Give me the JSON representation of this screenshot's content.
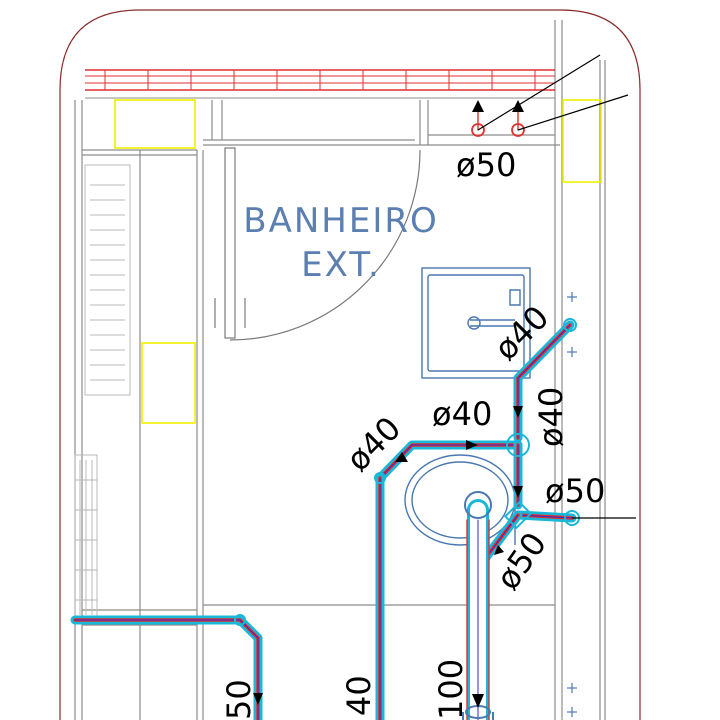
{
  "room": {
    "name_line1": "BANHEIRO",
    "name_line2": "EXT."
  },
  "pipe_labels": {
    "top_vent": "ø50",
    "sink_diag": "ø40",
    "sink_vertical": "ø40",
    "mid_horizontal": "ø40",
    "left_diag": "ø40",
    "box_out_right": "ø50",
    "box_diag": "ø50",
    "bottom_left": "50",
    "bottom_mid": "40",
    "bottom_right": "100"
  },
  "colors": {
    "wall": "#8c8c8c",
    "pipe_cyan": "#19b8d8",
    "pipe_red": "#e03030",
    "pipe_blue": "#2a2ad0",
    "fixture": "#4a78b0",
    "label_blue": "#5a7fb0",
    "accent_yellow": "#f0f000",
    "border_red": "#8a2a2a",
    "arrow": "#000000"
  }
}
